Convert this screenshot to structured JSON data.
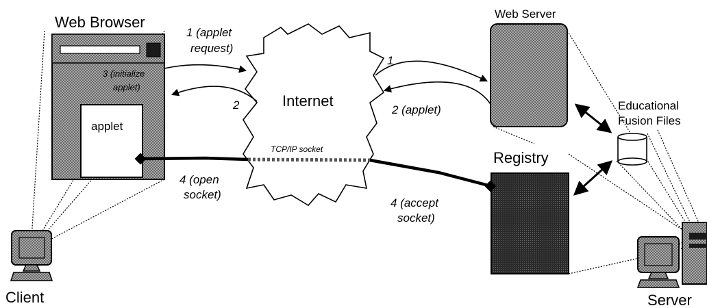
{
  "labels": {
    "web_browser": "Web Browser",
    "web_server": "Web Server",
    "internet": "Internet",
    "applet": "applet",
    "client": "Client",
    "server": "Server",
    "registry": "Registry",
    "educational_line1": "Educational",
    "educational_line2": "Fusion Files",
    "tcp_ip_socket": "TCP/IP socket"
  },
  "steps": {
    "s1_left_a": "1 (applet",
    "s1_left_b": "request)",
    "s1_right": "1",
    "s2_left": "2",
    "s2_right": "2 (applet)",
    "s3_a": "3 (initialize",
    "s3_b": "applet)",
    "s4_open_a": "4 (open",
    "s4_open_b": "socket)",
    "s4_accept_a": "4 (accept",
    "s4_accept_b": "socket)"
  }
}
